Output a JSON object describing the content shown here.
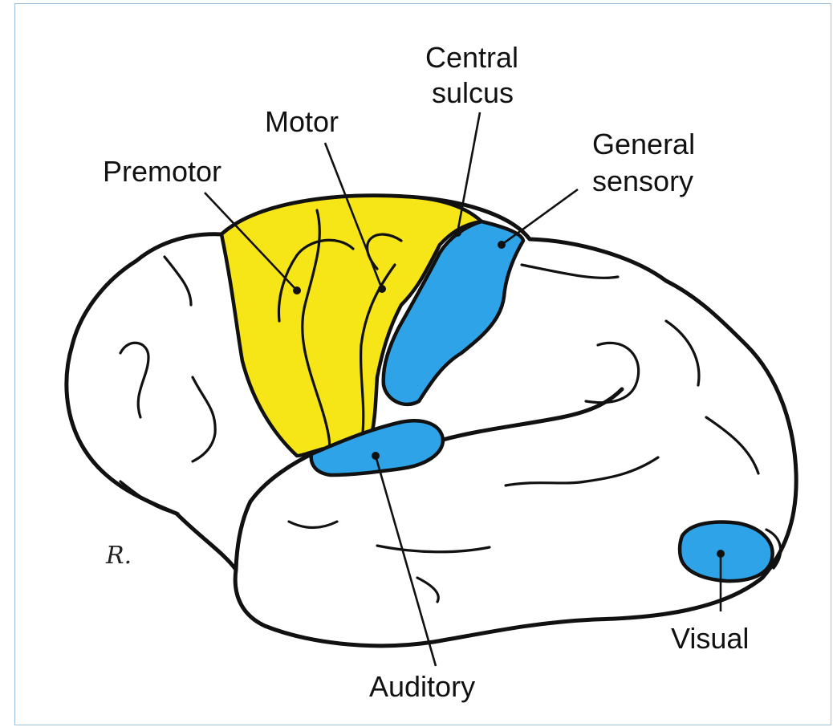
{
  "labels": {
    "central_sulcus_line1": "Central",
    "central_sulcus_line2": "sulcus",
    "motor": "Motor",
    "premotor": "Premotor",
    "general_sensory_line1": "General",
    "general_sensory_line2": "sensory",
    "visual": "Visual",
    "auditory": "Auditory"
  },
  "signature": "R.",
  "colors": {
    "motor_area": "#f7e617",
    "sensory_area": "#2ea3e8",
    "brain_fill": "#ffffff",
    "outline": "#111111",
    "frame_border": "#9cc0dd"
  }
}
